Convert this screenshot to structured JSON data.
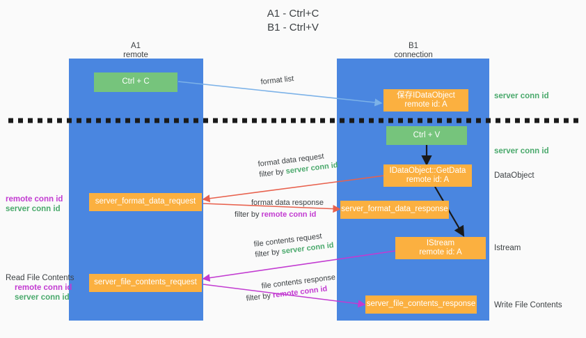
{
  "title": {
    "line1": "A1 - Ctrl+C",
    "line2": "B1 - Ctrl+V"
  },
  "columns": [
    {
      "name": "A1",
      "sub": "remote"
    },
    {
      "name": "B1",
      "sub": "connection"
    }
  ],
  "nodes": {
    "ctrl_c": {
      "label": "Ctrl + C"
    },
    "save_idataobject": {
      "line1": "保存IDataObject",
      "line2": "remote id: A"
    },
    "ctrl_v": {
      "label": "Ctrl + V"
    },
    "getdata": {
      "line1": "IDataObject::GetData",
      "line2": "remote id: A"
    },
    "istream": {
      "line1": "IStream",
      "line2": "remote id: A"
    },
    "server_format_data_request": {
      "label": "server_format_data_request"
    },
    "server_format_data_response": {
      "label": "server_format_data_response"
    },
    "server_file_contents_request": {
      "label": "server_file_contents_request"
    },
    "server_file_contents_response": {
      "label": "server_file_contents_response"
    }
  },
  "edges": {
    "format_list": {
      "label": "format list"
    },
    "format_data_request": {
      "line1": "format data request",
      "filter_prefix": "filter by ",
      "filter_value": "server conn id"
    },
    "format_data_response": {
      "line1": "format data response",
      "filter_prefix": "filter by ",
      "filter_value": "remote conn id"
    },
    "file_contents_request": {
      "line1": "file contents request",
      "filter_prefix": "filter by ",
      "filter_value": "server conn id"
    },
    "file_contents_response": {
      "line1": "file contents response",
      "filter_prefix": "filter by ",
      "filter_value": "remote conn id"
    }
  },
  "right_labels": {
    "server_conn_id_top": "server conn id",
    "server_conn_id_mid": "server conn id",
    "dataobject": "DataObject",
    "istream": "Istream",
    "write_file_contents": "Write File Contents"
  },
  "left_notes": {
    "format_remote": "remote conn id",
    "format_server": "server conn id",
    "read_file_contents": "Read File Contents",
    "file_remote": "remote conn id",
    "file_server": "server conn id"
  },
  "colors": {
    "lane": "#4a86e0",
    "green_node": "#76c47c",
    "orange_node": "#fbb040",
    "green_text": "#4aa96c",
    "magenta_text": "#c23bd1",
    "red_arrow": "#e8614d",
    "blue_arrow": "#7cb2e8",
    "magenta_arrow": "#c23bd1",
    "black_arrow": "#1a1a1a",
    "background": "#fafafa"
  }
}
